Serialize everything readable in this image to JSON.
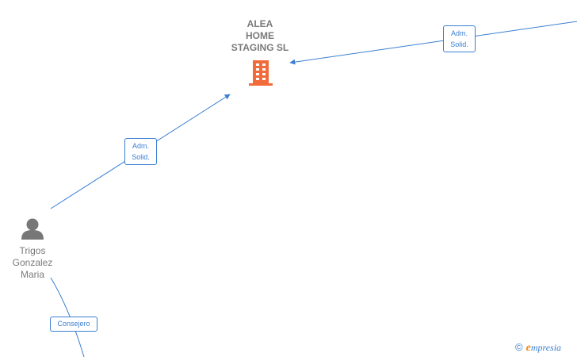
{
  "company": {
    "name": "ALEA\nHOME\nSTAGING  SL",
    "icon": "building-icon",
    "color": "#f26b3a"
  },
  "person": {
    "name": "Trigos\nGonzalez\nMaria",
    "icon": "person-icon",
    "color": "#777777"
  },
  "edges": [
    {
      "label": "Adm.\nSolid."
    },
    {
      "label": "Adm.\nSolid."
    },
    {
      "label": "Consejero"
    }
  ],
  "colors": {
    "edge": "#3b7fd1",
    "text": "#7a7a7a"
  },
  "brand": {
    "copyright": "©",
    "initial": "e",
    "rest": "mpresia"
  }
}
